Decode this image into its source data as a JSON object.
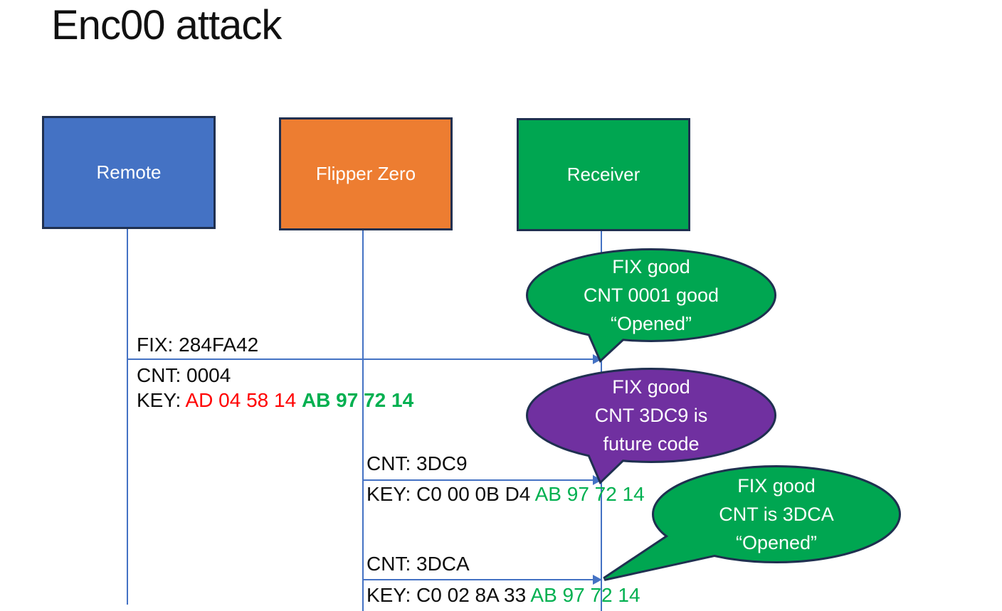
{
  "title": "Enc00 attack",
  "colors": {
    "blue": "#4472C4",
    "orange": "#ED7D31",
    "green": "#00A651",
    "purple": "#7030A0",
    "navy": "#1F3050",
    "line-blue": "#4472C4",
    "key-red": "#FF0000",
    "key-green": "#00B050"
  },
  "actors": [
    {
      "label": "Remote"
    },
    {
      "label": "Flipper Zero"
    },
    {
      "label": "Receiver"
    }
  ],
  "messages": [
    {
      "above": "FIX: 284FA42",
      "below": "CNT: 0004",
      "key_label": "KEY: ",
      "key_red": "AD 04 58 14 ",
      "key_green_bold": "AB 97 72 14"
    },
    {
      "above": "CNT: 3DC9",
      "key_label": "KEY: ",
      "key_black": "C0 00 0B D4 ",
      "key_green": "AB 97 72 14"
    },
    {
      "above": "CNT: 3DCA",
      "key_label": "KEY: ",
      "key_black": "C0 02 8A 33 ",
      "key_green": "AB 97 72 14"
    }
  ],
  "callouts": [
    {
      "line1": "FIX good",
      "line2": "CNT 0001 good",
      "line3": "“Opened”"
    },
    {
      "line1": "FIX good",
      "line2": "CNT 3DC9 is",
      "line3": "future code"
    },
    {
      "line1": "FIX good",
      "line2": "CNT is 3DCA",
      "line3": "“Opened”"
    }
  ]
}
